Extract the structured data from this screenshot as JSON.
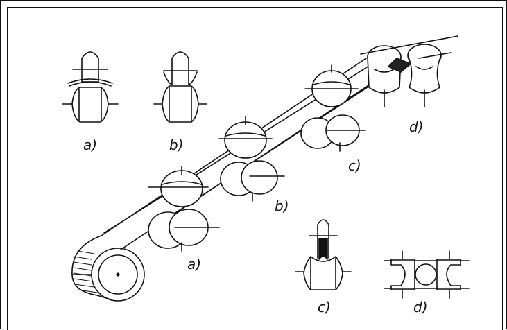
{
  "labels": {
    "top_a": "a)",
    "top_b": "b)",
    "top_d": "d)",
    "mid_c": "c)",
    "mid_b": "b)",
    "mid_a": "a)",
    "bottom_c": "c)",
    "bottom_d": "d)"
  },
  "colors": {
    "line": "#111111",
    "background": "#ffffff"
  }
}
